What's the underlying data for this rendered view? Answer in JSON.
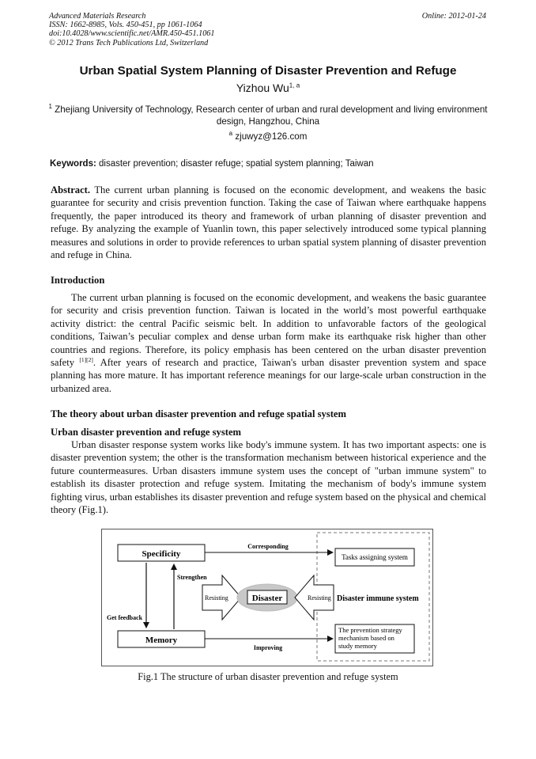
{
  "header": {
    "journal": "Advanced Materials Research",
    "issn": "ISSN: 1662-8985, Vols. 450-451, pp 1061-1064",
    "doi": "doi:10.4028/www.scientific.net/AMR.450-451.1061",
    "copyright": "© 2012 Trans Tech Publications Ltd, Switzerland",
    "online": "Online: 2012-01-24"
  },
  "paper": {
    "title": "Urban Spatial System Planning of Disaster Prevention and Refuge",
    "author": "Yizhou Wu",
    "author_sup": "1, a",
    "affil_sup": "1",
    "affiliation": "Zhejiang University of Technology, Research center of urban and rural development and living environment design, Hangzhou, China",
    "email_sup": "a",
    "email": "zjuwyz@126.com",
    "keywords_label": "Keywords:",
    "keywords": "disaster prevention; disaster refuge; spatial system planning; Taiwan",
    "abstract_label": "Abstract.",
    "abstract": "The current urban planning is focused on the economic development, and weakens the basic guarantee for security and crisis prevention function. Taking the case of Taiwan where earthquake happens frequently, the paper introduced its theory and framework of urban planning of disaster prevention and refuge. By analyzing the example of Yuanlin town, this paper selectively introduced some typical planning measures and solutions in order to provide references to urban spatial system planning of disaster prevention and refuge in China.",
    "intro_heading": "Introduction",
    "intro_part1": "The current urban planning is focused on the economic development, and weakens the basic guarantee for security and crisis prevention function. Taiwan is located in the world’s most powerful earthquake activity district: the central Pacific seismic belt. In addition to unfavorable factors of the geological conditions, Taiwan’s peculiar complex and dense urban form make its earthquake risk higher than other countries and regions. Therefore, its policy emphasis has been centered on the urban disaster prevention safety",
    "intro_cite": "[1][2]",
    "intro_part2": ". After years of research and practice, Taiwan's urban disaster prevention system and space planning has more mature. It has important reference meanings for our large-scale urban construction in the urbanized area.",
    "theory_heading": "The theory about urban disaster prevention and refuge spatial system",
    "sub_heading": "Urban disaster prevention and refuge system",
    "sub_para": "Urban disaster response system works like body's immune system. It has two important aspects: one is disaster prevention system; the other is the transformation mechanism between historical experience and the future countermeasures. Urban disasters immune system uses the concept of \"urban immune system\" to establish its disaster protection and refuge system. Imitating the mechanism of body's immune system fighting virus, urban establishes its disaster prevention and refuge system based on the physical and chemical theory (Fig.1)."
  },
  "figure": {
    "specificity": "Specificity",
    "memory": "Memory",
    "corresponding": "Corresponding",
    "improving": "Improving",
    "strengthen": "Strengthen",
    "get_feedback": "Get feedback",
    "resisting_left": "Resisting",
    "resisting_right": "Resisting",
    "disaster": "Disaster",
    "tasks": "Tasks assigning system",
    "immune": "Disaster immune system",
    "strategy_line1": "The prevention strategy",
    "strategy_line2": "mechanism based on",
    "strategy_line3": "study memory",
    "caption": "Fig.1  The structure of urban disaster prevention and refuge system"
  }
}
